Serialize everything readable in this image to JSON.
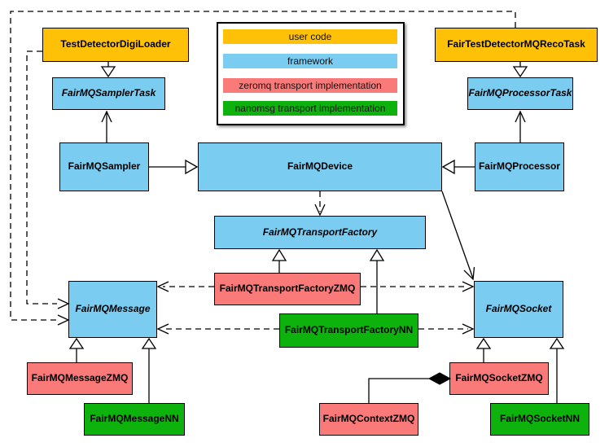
{
  "colors": {
    "user_code": "#FFC107",
    "framework": "#7ACCF1",
    "zeromq": "#FA7A7A",
    "nanomsg": "#0DB20D"
  },
  "legend": {
    "items": [
      {
        "label": "user code"
      },
      {
        "label": "framework"
      },
      {
        "label": "zeromq transport implementation"
      },
      {
        "label": "nanomsg transport implementation"
      }
    ]
  },
  "nodes": {
    "digiLoader": {
      "label": "TestDetectorDigiLoader",
      "category": "user code"
    },
    "recoTask": {
      "label": "FairTestDetectorMQRecoTask",
      "category": "user code"
    },
    "samplerTask": {
      "label": "FairMQSamplerTask",
      "category": "framework",
      "abstract": true
    },
    "processorTask": {
      "label": "FairMQProcessorTask",
      "category": "framework",
      "abstract": true
    },
    "sampler": {
      "label": "FairMQSampler",
      "category": "framework"
    },
    "device": {
      "label": "FairMQDevice",
      "category": "framework"
    },
    "processor": {
      "label": "FairMQProcessor",
      "category": "framework"
    },
    "transportFactory": {
      "label": "FairMQTransportFactory",
      "category": "framework",
      "abstract": true
    },
    "transportFactoryZMQ": {
      "label": "FairMQTransportFactoryZMQ",
      "category": "zeromq transport implementation"
    },
    "transportFactoryNN": {
      "label": "FairMQTransportFactoryNN",
      "category": "nanomsg transport implementation"
    },
    "message": {
      "label": "FairMQMessage",
      "category": "framework",
      "abstract": true
    },
    "socket": {
      "label": "FairMQSocket",
      "category": "framework",
      "abstract": true
    },
    "messageZMQ": {
      "label": "FairMQMessageZMQ",
      "category": "zeromq transport implementation"
    },
    "messageNN": {
      "label": "FairMQMessageNN",
      "category": "nanomsg transport implementation"
    },
    "socketZMQ": {
      "label": "FairMQSocketZMQ",
      "category": "zeromq transport implementation"
    },
    "socketNN": {
      "label": "FairMQSocketNN",
      "category": "nanomsg transport implementation"
    },
    "contextZMQ": {
      "label": "FairMQContextZMQ",
      "category": "zeromq transport implementation"
    }
  },
  "edges": [
    {
      "from": "TestDetectorDigiLoader",
      "to": "FairMQSamplerTask",
      "type": "inheritance"
    },
    {
      "from": "FairTestDetectorMQRecoTask",
      "to": "FairMQProcessorTask",
      "type": "inheritance"
    },
    {
      "from": "FairMQSampler",
      "to": "FairMQDevice",
      "type": "inheritance"
    },
    {
      "from": "FairMQProcessor",
      "to": "FairMQDevice",
      "type": "inheritance"
    },
    {
      "from": "FairMQSampler",
      "to": "FairMQSamplerTask",
      "type": "association"
    },
    {
      "from": "FairMQProcessor",
      "to": "FairMQProcessorTask",
      "type": "association"
    },
    {
      "from": "FairMQDevice",
      "to": "FairMQTransportFactory",
      "type": "dashed-dependency"
    },
    {
      "from": "FairMQDevice",
      "to": "FairMQSocket",
      "type": "association"
    },
    {
      "from": "FairMQTransportFactoryZMQ",
      "to": "FairMQTransportFactory",
      "type": "inheritance"
    },
    {
      "from": "FairMQTransportFactoryNN",
      "to": "FairMQTransportFactory",
      "type": "inheritance"
    },
    {
      "from": "FairMQTransportFactoryZMQ",
      "to": "FairMQMessage",
      "type": "dashed-dependency"
    },
    {
      "from": "FairMQTransportFactoryZMQ",
      "to": "FairMQSocket",
      "type": "dashed-dependency"
    },
    {
      "from": "FairMQTransportFactoryNN",
      "to": "FairMQMessage",
      "type": "dashed-dependency"
    },
    {
      "from": "FairMQTransportFactoryNN",
      "to": "FairMQSocket",
      "type": "dashed-dependency"
    },
    {
      "from": "TestDetectorDigiLoader",
      "to": "FairMQMessage",
      "type": "dashed-dependency"
    },
    {
      "from": "FairTestDetectorMQRecoTask",
      "to": "FairMQMessage",
      "type": "dashed-dependency"
    },
    {
      "from": "FairMQMessageZMQ",
      "to": "FairMQMessage",
      "type": "inheritance"
    },
    {
      "from": "FairMQMessageNN",
      "to": "FairMQMessage",
      "type": "inheritance"
    },
    {
      "from": "FairMQSocketZMQ",
      "to": "FairMQSocket",
      "type": "inheritance"
    },
    {
      "from": "FairMQSocketNN",
      "to": "FairMQSocket",
      "type": "inheritance"
    },
    {
      "from": "FairMQContextZMQ",
      "to": "FairMQSocketZMQ",
      "type": "composition"
    }
  ]
}
